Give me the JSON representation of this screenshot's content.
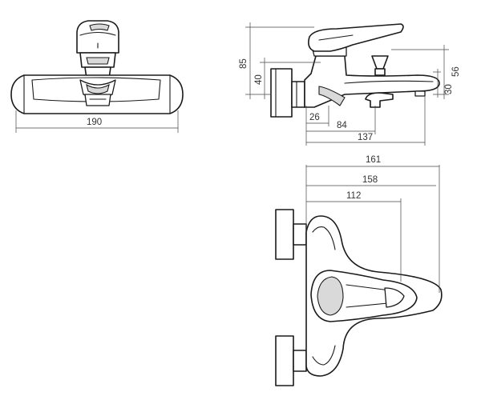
{
  "views": {
    "front": {
      "dimensions": [
        {
          "id": "width",
          "label": "190"
        }
      ]
    },
    "side": {
      "dimensions": [
        {
          "id": "height_total",
          "label": "85"
        },
        {
          "id": "height_spout",
          "label": "40"
        },
        {
          "id": "height_right",
          "label": "56"
        },
        {
          "id": "height_outlet",
          "label": "30"
        },
        {
          "id": "depth_26",
          "label": "26"
        },
        {
          "id": "depth_84",
          "label": "84"
        },
        {
          "id": "depth_137",
          "label": "137"
        }
      ]
    },
    "top": {
      "dimensions": [
        {
          "id": "len_161",
          "label": "161"
        },
        {
          "id": "len_158",
          "label": "158"
        },
        {
          "id": "len_112",
          "label": "112"
        }
      ]
    }
  },
  "colors": {
    "line": "#1a1a1a",
    "dimension": "#444444",
    "shade": "#d9d9d9"
  }
}
